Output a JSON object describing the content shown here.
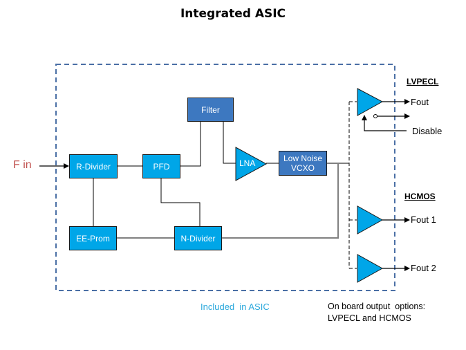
{
  "title": "Integrated ASIC",
  "input_label": "F in",
  "blocks": {
    "r_divider": "R-Divider",
    "pfd": "PFD",
    "filter": "Filter",
    "lna": "LNA",
    "vcxo_line1": "Low Noise",
    "vcxo_line2": "VCXO",
    "ee_prom": "EE-Prom",
    "n_divider": "N-Divider"
  },
  "outputs": {
    "lvpecl_header": "LVPECL",
    "lvpecl_out": "Fout",
    "disable": "Disable",
    "hcmos_header": "HCMOS",
    "hcmos_out1": "Fout 1",
    "hcmos_out2": "Fout 2"
  },
  "footer": {
    "included": "Included  in ASIC",
    "note_line1": "On board output  options:",
    "note_line2": "LVPECL and HCMOS"
  },
  "colors": {
    "block_cyan": "#00a6e8",
    "block_steel": "#3d78c0",
    "boundary": "#4a6fa5",
    "fin_text": "#c0504d",
    "included_text": "#2aa8dc"
  }
}
